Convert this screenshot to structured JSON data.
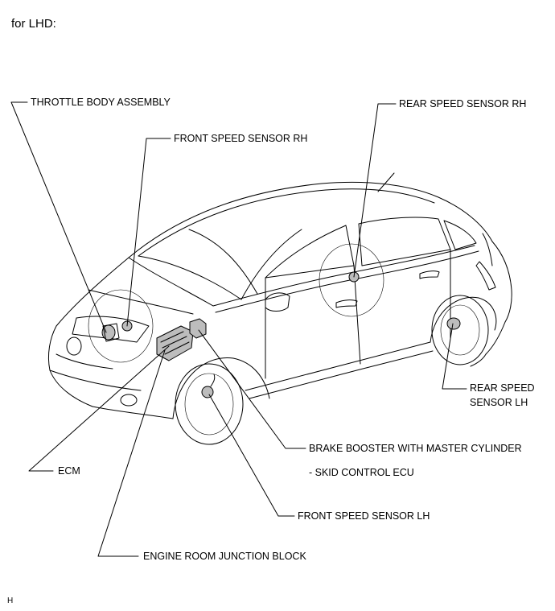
{
  "heading": "for LHD:",
  "figure_code": "H",
  "callouts": {
    "throttle_body": "THROTTLE BODY ASSEMBLY",
    "front_speed_sensor_rh": "FRONT SPEED SENSOR RH",
    "rear_speed_sensor_rh": "REAR SPEED SENSOR RH",
    "rear_speed_sensor_lh_line1": "REAR SPEED",
    "rear_speed_sensor_lh_line2": "SENSOR LH",
    "brake_booster": "BRAKE BOOSTER WITH MASTER CYLINDER",
    "skid_control_ecu": "- SKID CONTROL ECU",
    "ecm": "ECM",
    "front_speed_sensor_lh": "FRONT SPEED SENSOR LH",
    "engine_room_junction_block": "ENGINE ROOM JUNCTION BLOCK"
  }
}
